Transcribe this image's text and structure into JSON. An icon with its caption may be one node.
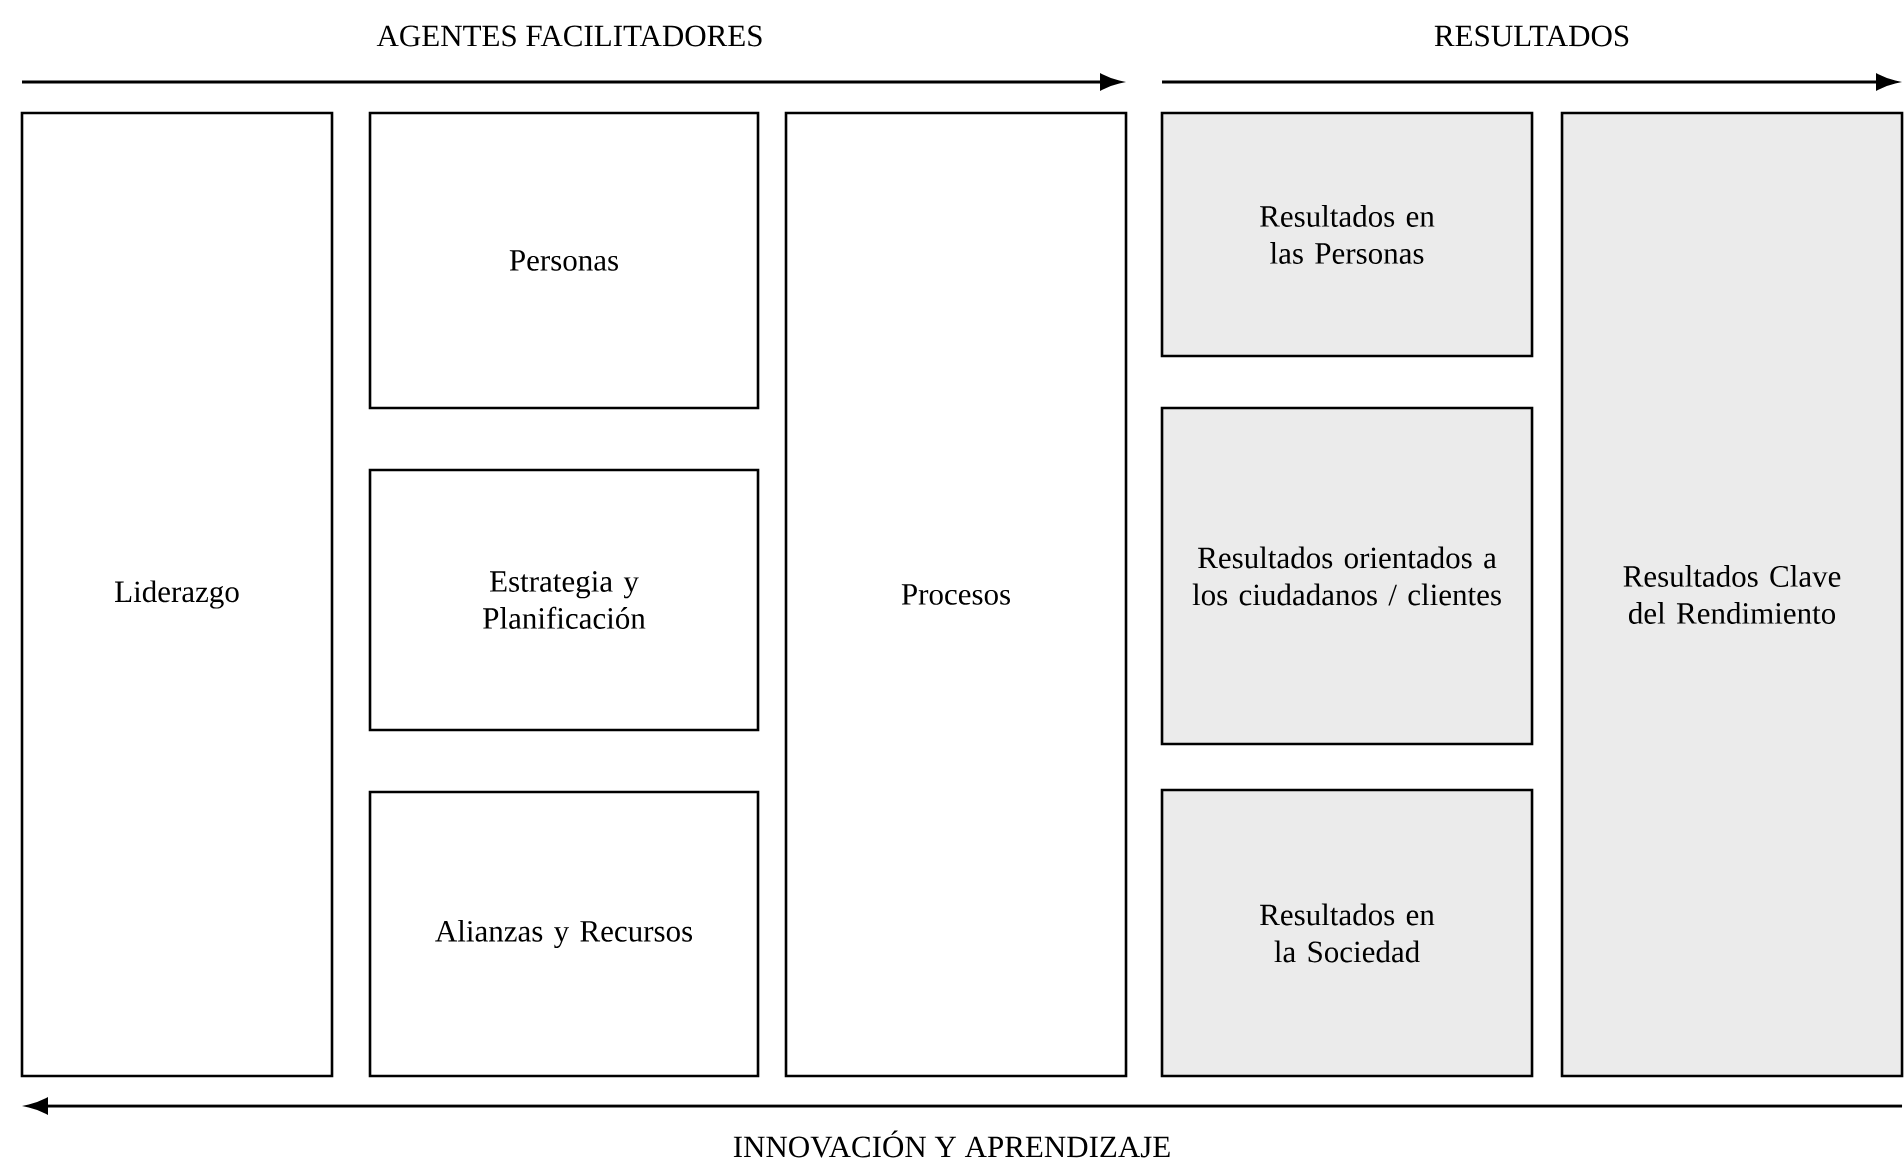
{
  "diagram": {
    "nodes": [
      {
        "text": [
          "Liderazgo"
        ]
      },
      {
        "text": [
          "Personas"
        ]
      },
      {
        "text": [
          "Estrategia y Planificación"
        ]
      },
      {
        "text": [
          "Alianzas y Recursos"
        ]
      },
      {
        "text": [
          "Procesos"
        ]
      },
      {
        "text": [
          "Resultados en las Personas"
        ]
      },
      {
        "text": [
          "Resultados orientados a los ciudadanos / clientes"
        ]
      },
      {
        "text": [
          "Resultados en la Sociedad"
        ]
      },
      {
        "text": [
          "Resultados Clave del Rendimiento"
        ]
      }
    ],
    "labels": [
      "AGENTES FACILITADORES",
      "RESULTADOS",
      "INNOVACIÓN Y APRENDIZAJE"
    ]
  }
}
